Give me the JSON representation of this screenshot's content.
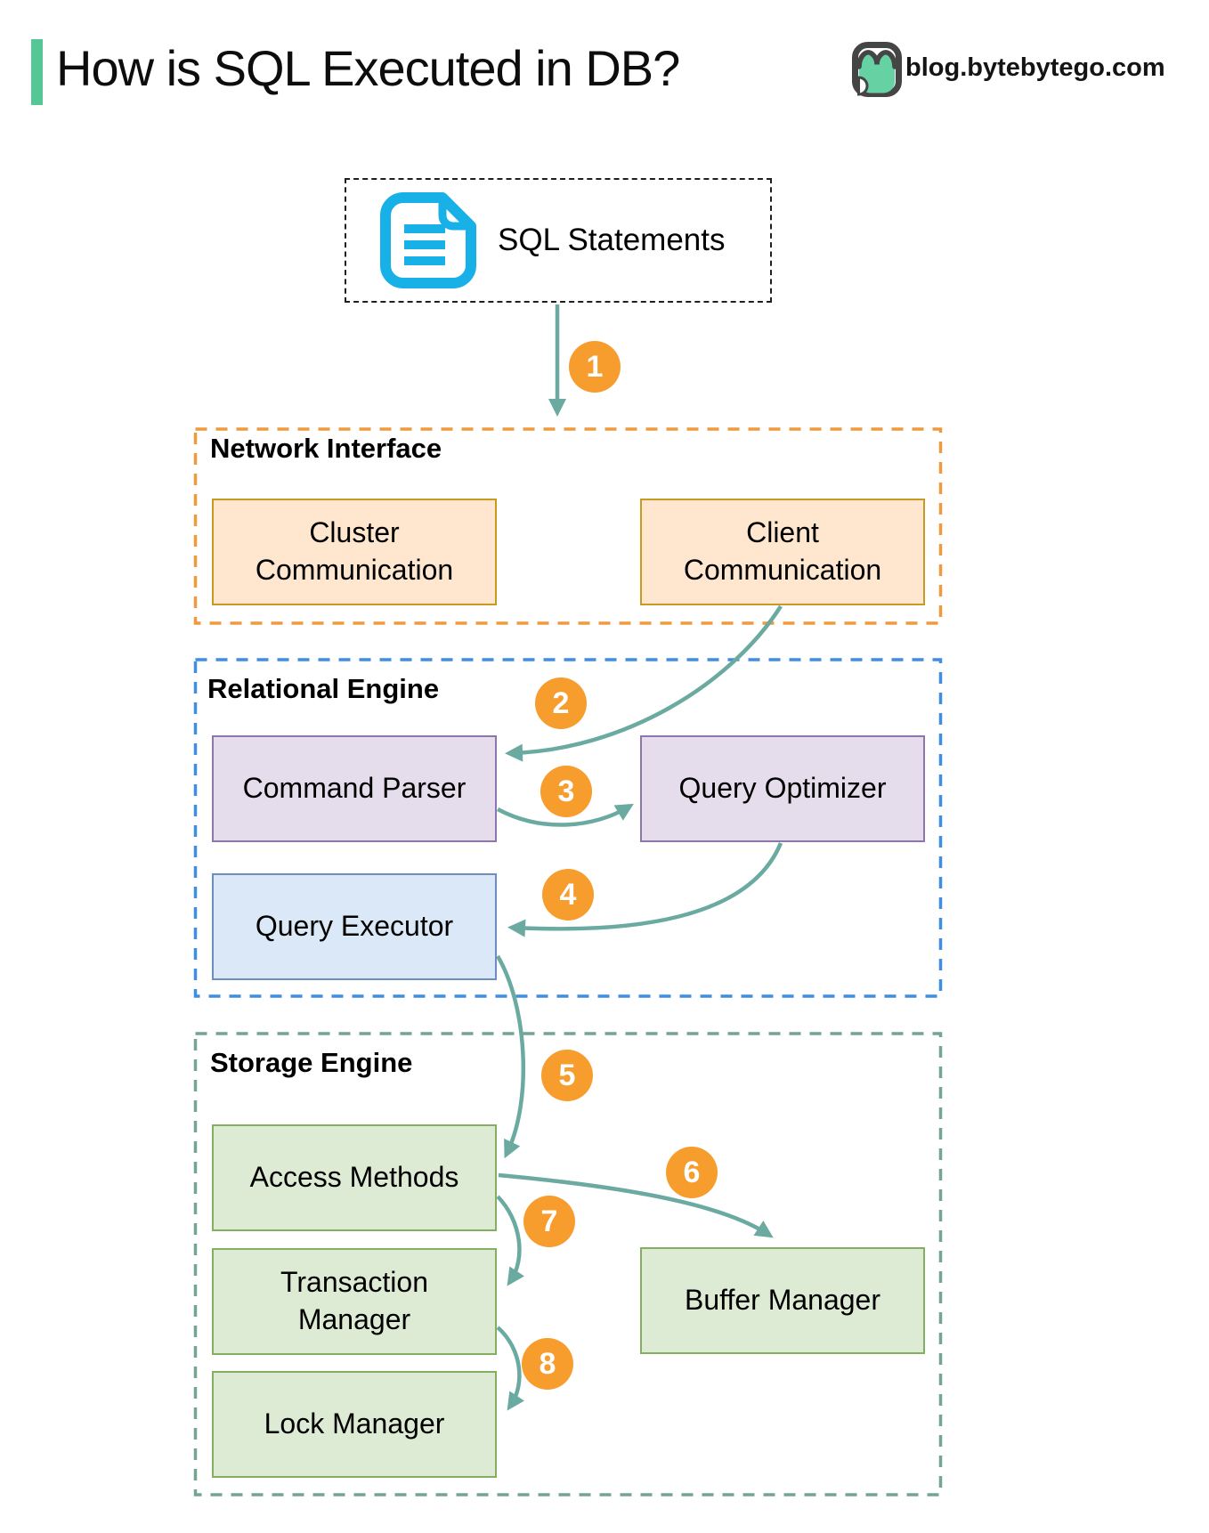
{
  "header": {
    "title": "How is SQL Executed in DB?",
    "site": "blog.bytebytego.com",
    "logo_icon": "bytebytego-logo-icon",
    "accent_color": "#55C696"
  },
  "source": {
    "label": "SQL Statements",
    "icon": "document-icon",
    "icon_color": "#17B1E8"
  },
  "sections": [
    {
      "title": "Network Interface",
      "border_color": "#EF9A3E"
    },
    {
      "title": "Relational Engine",
      "border_color": "#3E8EE3"
    },
    {
      "title": "Storage Engine",
      "border_color": "#73A496"
    }
  ],
  "nodes": {
    "cluster": [
      "Cluster",
      "Communication"
    ],
    "client": [
      "Client",
      "Communication"
    ],
    "parser": "Command Parser",
    "optimizer": "Query Optimizer",
    "executor": "Query Executor",
    "access": "Access Methods",
    "transaction": [
      "Transaction",
      "Manager"
    ],
    "lock": "Lock Manager",
    "buffer": "Buffer Manager"
  },
  "node_palette": {
    "orange": {
      "fill": "#FFE6CF",
      "border": "#C79B23"
    },
    "purple": {
      "fill": "#E5DCEC",
      "border": "#8E76AC"
    },
    "blue": {
      "fill": "#DBE8F8",
      "border": "#6B8EBE"
    },
    "green": {
      "fill": "#DDEBD5",
      "border": "#83AF63"
    }
  },
  "steps": [
    "1",
    "2",
    "3",
    "4",
    "5",
    "6",
    "7",
    "8"
  ],
  "badge_color": "#F79D2E",
  "arrow_color": "#6AAAA1"
}
